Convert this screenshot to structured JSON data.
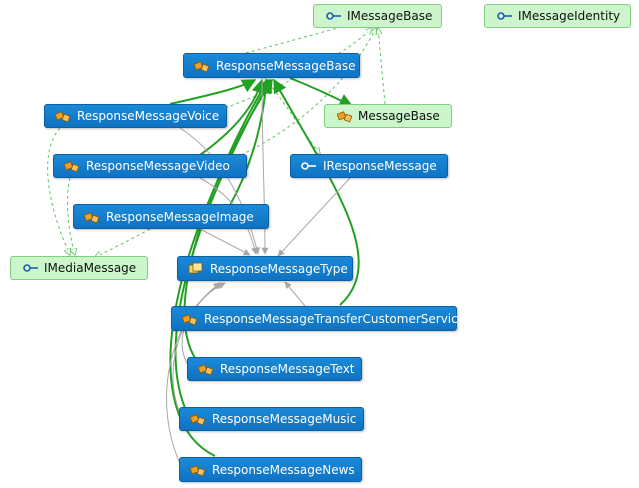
{
  "nodes": {
    "imessagebase": {
      "label": "IMessageBase",
      "kind": "interface",
      "icon": "interface-icon"
    },
    "imessageidentity": {
      "label": "IMessageIdentity",
      "kind": "interface",
      "icon": "interface-icon"
    },
    "responsemessagebase": {
      "label": "ResponseMessageBase",
      "kind": "class",
      "icon": "class-icon"
    },
    "responsemessagevoice": {
      "label": "ResponseMessageVoice",
      "kind": "class",
      "icon": "class-icon"
    },
    "messagebase": {
      "label": "MessageBase",
      "kind": "class",
      "icon": "class-icon"
    },
    "responsemessagevideo": {
      "label": "ResponseMessageVideo",
      "kind": "class",
      "icon": "class-icon"
    },
    "iresponsemessage": {
      "label": "IResponseMessage",
      "kind": "interface",
      "icon": "interface-icon"
    },
    "responsemessageimage": {
      "label": "ResponseMessageImage",
      "kind": "class",
      "icon": "class-icon"
    },
    "imediamessage": {
      "label": "IMediaMessage",
      "kind": "interface",
      "icon": "interface-icon"
    },
    "responsemessagetype": {
      "label": "ResponseMessageType",
      "kind": "enum",
      "icon": "enum-icon"
    },
    "responsemessagetransfercustomerservice": {
      "label": "ResponseMessageTransferCustomerService",
      "kind": "class",
      "icon": "class-icon"
    },
    "responsemessagetext": {
      "label": "ResponseMessageText",
      "kind": "class",
      "icon": "class-icon"
    },
    "responsemessagemusic": {
      "label": "ResponseMessageMusic",
      "kind": "class",
      "icon": "class-icon"
    },
    "responsemessagenews": {
      "label": "ResponseMessageNews",
      "kind": "class",
      "icon": "class-icon"
    }
  },
  "colors": {
    "inheritance": "#22a022",
    "implementation": "#5fc35f",
    "association": "#a8a8a8",
    "class_fill": "#1580cf",
    "interface_fill": "#ccf5cc"
  }
}
